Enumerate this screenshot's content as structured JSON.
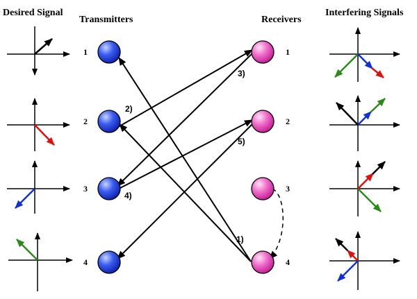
{
  "headers": {
    "desired": "Desired Signal",
    "transmitters": "Transmitters",
    "receivers": "Receivers",
    "interfering": "Interfering Signals"
  },
  "transmitter_labels": [
    "1",
    "2",
    "3",
    "4"
  ],
  "receiver_labels": [
    "1",
    "2",
    "3",
    "4"
  ],
  "link_labels": [
    "1)",
    "2)",
    "3)",
    "4)",
    "5)"
  ],
  "colors": {
    "black": "#000000",
    "red": "#e01010",
    "blue": "#1030d8",
    "green": "#2a8a1a",
    "transmitter_node": "#1a3ee8",
    "receiver_node": "#f060c8"
  },
  "icons": {
    "transmitter": "blue-sphere-node",
    "receiver": "pink-sphere-node",
    "vector_plot": "axes-with-arrow-icon"
  }
}
